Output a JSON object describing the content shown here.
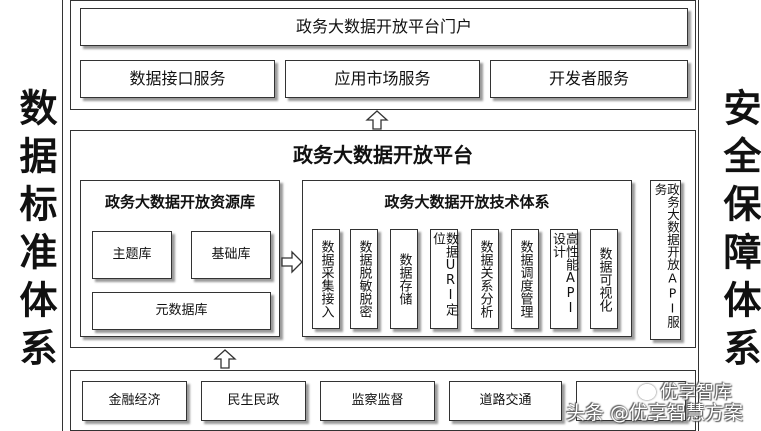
{
  "left_side": {
    "title": "数据标准体系"
  },
  "right_side": {
    "title": "安全保障体系"
  },
  "portal": {
    "title": "政务大数据开放平台门户",
    "services": [
      "数据接口服务",
      "应用市场服务",
      "开发者服务"
    ]
  },
  "platform": {
    "title": "政务大数据开放平台",
    "resource_library": {
      "title": "政务大数据开放资源库",
      "items": [
        "主题库",
        "基础库",
        "元数据库"
      ]
    },
    "tech_system": {
      "title": "政务大数据开放技术体系",
      "columns": [
        "数据采集接入",
        "数据脱敏脱密",
        "数据存储",
        "数据URI定位",
        "数据关系分析",
        "数据调度管理",
        "高性能API设计",
        "数据可视化"
      ]
    },
    "api_service": {
      "label": "政务大数据开放API服务"
    }
  },
  "bottom": {
    "items": [
      "金融经济",
      "民生民政",
      "监察监督",
      "道路交通",
      ""
    ]
  },
  "watermarks": {
    "top": "优享智库",
    "bottom": "头条 @优享智慧方案"
  }
}
